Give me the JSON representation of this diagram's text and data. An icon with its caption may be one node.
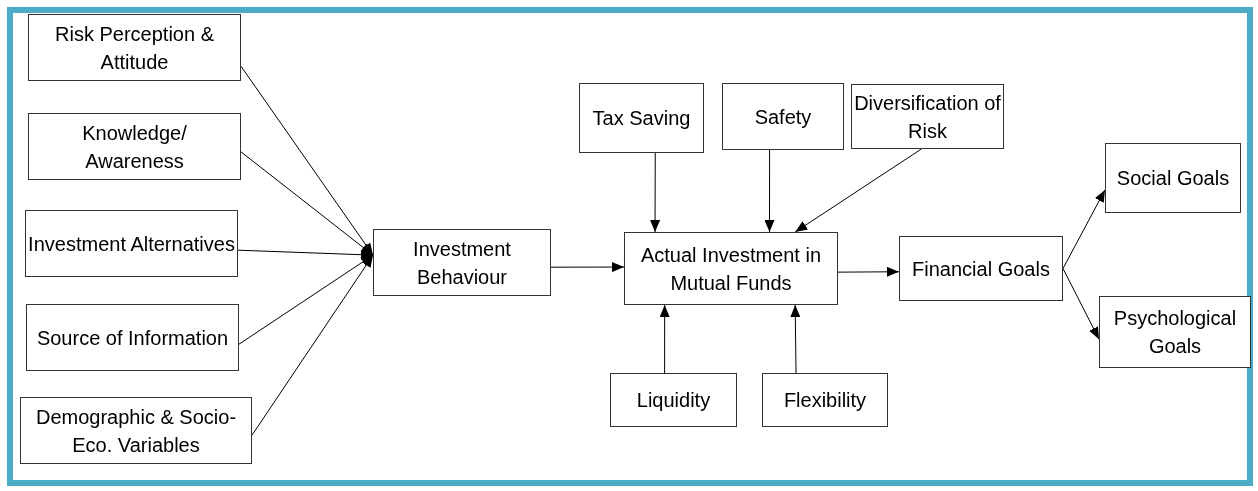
{
  "diagram": {
    "nodes": [
      {
        "text": [
          "Risk Perception & Attitude"
        ]
      },
      {
        "text": [
          "Knowledge/ Awareness"
        ]
      },
      {
        "text": [
          "Investment Alternatives"
        ]
      },
      {
        "text": [
          "Source of Information"
        ]
      },
      {
        "text": [
          "Demographic & Socio-Eco. Variables"
        ]
      },
      {
        "text": [
          "Investment Behaviour"
        ]
      },
      {
        "text": [
          "Tax Saving"
        ]
      },
      {
        "text": [
          "Safety"
        ]
      },
      {
        "text": [
          "Diversification of Risk"
        ]
      },
      {
        "text": [
          "Actual Investment in Mutual Funds"
        ]
      },
      {
        "text": [
          "Financial Goals"
        ]
      },
      {
        "text": [
          "Social Goals"
        ]
      },
      {
        "text": [
          "Psychological Goals"
        ]
      },
      {
        "text": [
          "Liquidity"
        ]
      },
      {
        "text": [
          "Flexibility"
        ]
      }
    ],
    "edges": [
      {
        "from": 0,
        "to": 5,
        "arrow": "to"
      },
      {
        "from": 1,
        "to": 5,
        "arrow": "to"
      },
      {
        "from": 2,
        "to": 5,
        "arrow": "to"
      },
      {
        "from": 3,
        "to": 5,
        "arrow": "to"
      },
      {
        "from": 4,
        "to": 5,
        "arrow": "to"
      },
      {
        "from": 5,
        "to": 9,
        "arrow": "to"
      },
      {
        "from": 6,
        "to": 9,
        "arrow": "to"
      },
      {
        "from": 7,
        "to": 9,
        "arrow": "to"
      },
      {
        "from": 8,
        "to": 9,
        "arrow": "to"
      },
      {
        "from": 13,
        "to": 9,
        "arrow": "to"
      },
      {
        "from": 14,
        "to": 9,
        "arrow": "to"
      },
      {
        "from": 9,
        "to": 10,
        "arrow": "to"
      },
      {
        "from": 10,
        "to": 11,
        "arrow": "to"
      },
      {
        "from": 10,
        "to": 12,
        "arrow": "to"
      }
    ]
  }
}
